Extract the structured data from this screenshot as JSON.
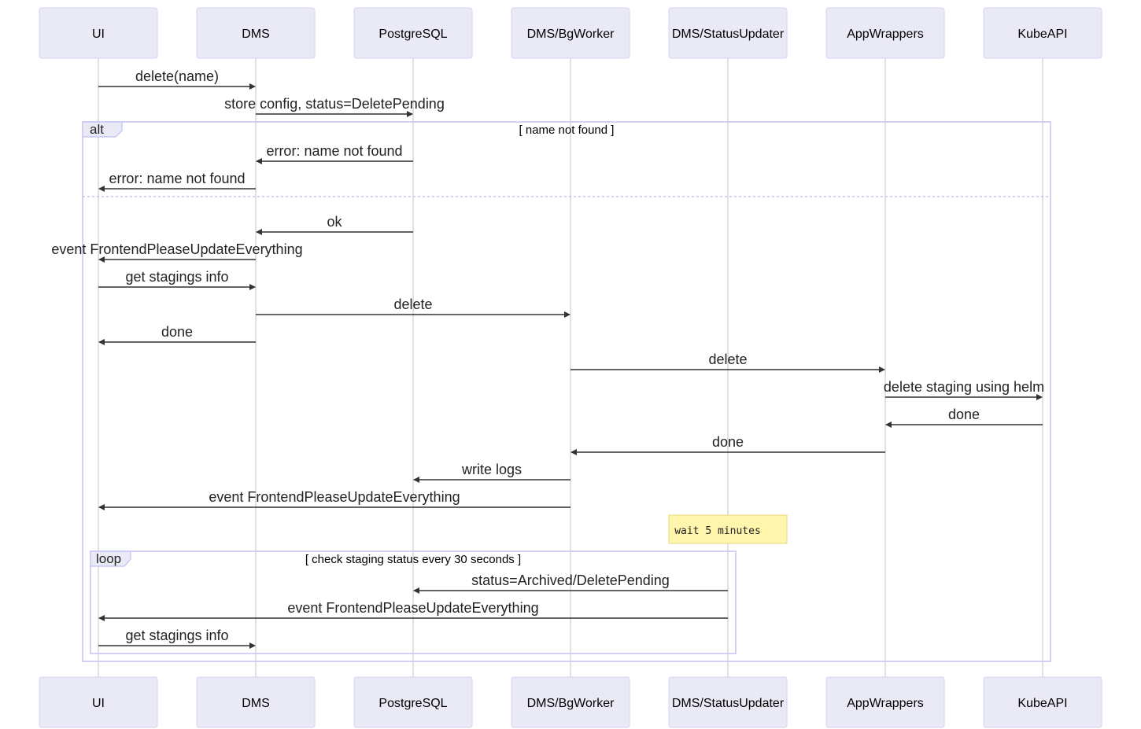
{
  "actors": [
    "UI",
    "DMS",
    "PostgreSQL",
    "DMS/BgWorker",
    "DMS/StatusUpdater",
    "AppWrappers",
    "KubeAPI"
  ],
  "messages": [
    {
      "from": 0,
      "to": 1,
      "text": "delete(name)"
    },
    {
      "from": 1,
      "to": 2,
      "text": "store config, status=DeletePending"
    },
    {
      "from": 2,
      "to": 1,
      "text": "error: name not found"
    },
    {
      "from": 1,
      "to": 0,
      "text": "error: name not found"
    },
    {
      "from": 2,
      "to": 1,
      "text": "ok"
    },
    {
      "from": 1,
      "to": 0,
      "text": "event FrontendPleaseUpdateEverything"
    },
    {
      "from": 0,
      "to": 1,
      "text": "get stagings info"
    },
    {
      "from": 1,
      "to": 3,
      "text": "delete"
    },
    {
      "from": 1,
      "to": 0,
      "text": "done"
    },
    {
      "from": 3,
      "to": 5,
      "text": "delete"
    },
    {
      "from": 5,
      "to": 6,
      "text": "delete staging using helm"
    },
    {
      "from": 6,
      "to": 5,
      "text": "done"
    },
    {
      "from": 5,
      "to": 3,
      "text": "done"
    },
    {
      "from": 3,
      "to": 2,
      "text": "write logs"
    },
    {
      "from": 3,
      "to": 0,
      "text": "event FrontendPleaseUpdateEverything"
    },
    {
      "from": 4,
      "to": 2,
      "text": "status=Archived/DeletePending"
    },
    {
      "from": 4,
      "to": 0,
      "text": "event FrontendPleaseUpdateEverything"
    },
    {
      "from": 0,
      "to": 1,
      "text": "get stagings info"
    }
  ],
  "frames": [
    {
      "label": "alt",
      "condition": "[ name not found ]"
    },
    {
      "label": "loop",
      "condition": "[ check staging status every 30 seconds ]"
    }
  ],
  "note": {
    "text": "wait 5 minutes"
  }
}
